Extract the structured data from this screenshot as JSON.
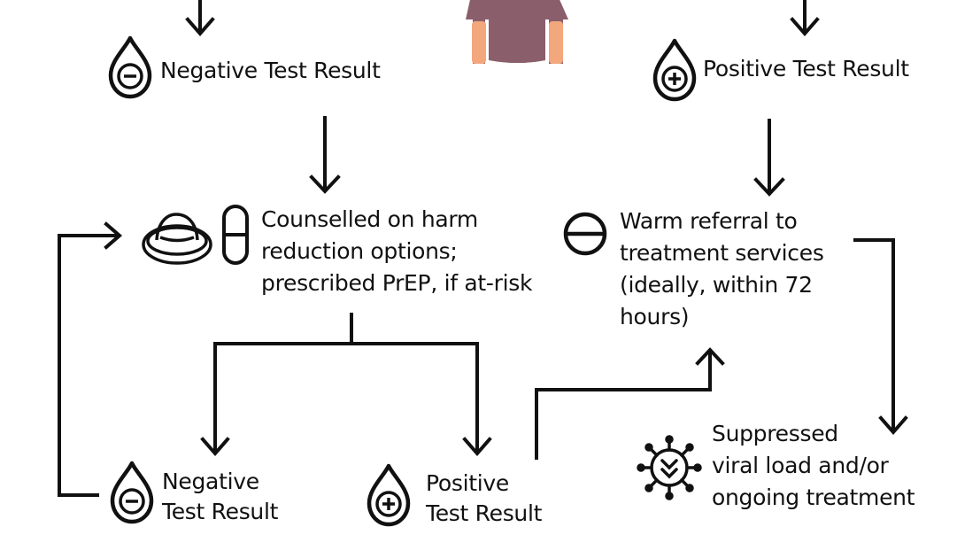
{
  "nodes": {
    "top_negative": {
      "label": "Negative Test Result"
    },
    "top_positive": {
      "label": "Positive Test Result"
    },
    "counselled": {
      "lines": [
        "Counselled on harm",
        "reduction options;",
        "prescribed PrEP, if at-risk"
      ]
    },
    "referral": {
      "lines": [
        "Warm referral to",
        "treatment services",
        "(ideally, within 72",
        "hours)"
      ]
    },
    "bottom_negative": {
      "lines": [
        "Negative",
        "Test Result"
      ]
    },
    "bottom_positive": {
      "lines": [
        "Positive",
        "Test Result"
      ]
    },
    "suppressed": {
      "lines": [
        "Suppressed",
        "viral load and/or",
        "ongoing treatment"
      ]
    }
  },
  "icons": {
    "negative_drop": "negative-drop-icon",
    "positive_drop": "positive-drop-icon",
    "condom": "condom-icon",
    "pill": "pill-icon",
    "referral": "minus-circle-icon",
    "virus": "virus-icon",
    "person": "person-icon"
  },
  "colors": {
    "ink": "#111111",
    "shirt": "#8a5f6b",
    "skin": "#f2a77c"
  }
}
